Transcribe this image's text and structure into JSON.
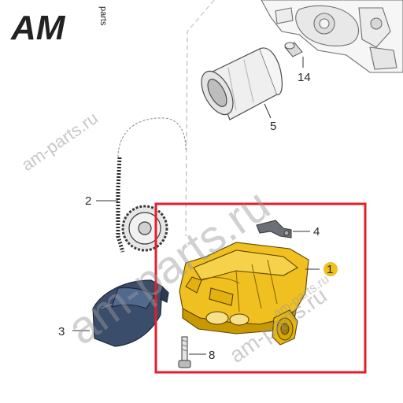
{
  "logo": {
    "brand": "AM",
    "sub": "parts"
  },
  "watermarks": [
    "am-parts.ru",
    "am-parts.ru",
    "am-parts.ru",
    "am-parts.ru"
  ],
  "callouts": {
    "c14": "14",
    "c5": "5",
    "c2": "2",
    "c4": "4",
    "c1": "1",
    "c3": "3",
    "c8": "8"
  },
  "colors": {
    "highlight_frame": "#e0202a",
    "pump_body": "#f0c020",
    "pump_shadow": "#c99800",
    "callout_dot": "#f0c020",
    "cover_part": "#3a4d6b"
  }
}
